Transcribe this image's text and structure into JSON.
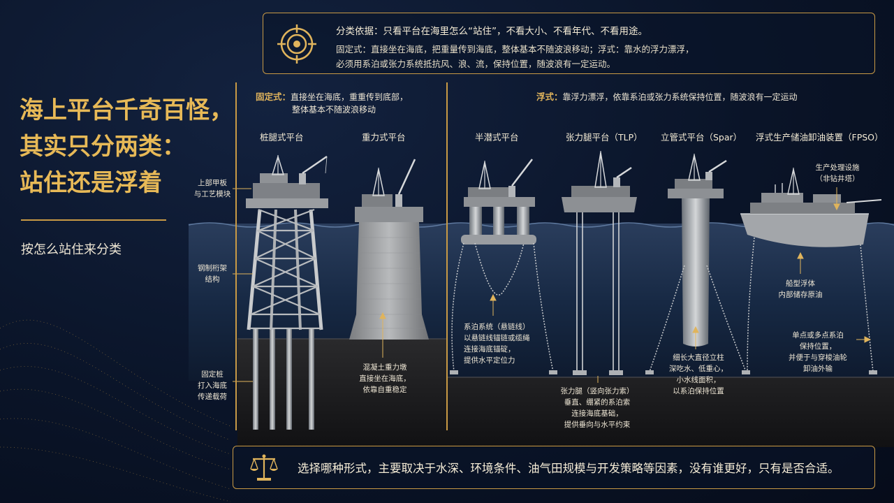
{
  "top_box": {
    "line1": "分类依据：只看平台在海里怎么“站住”，不看大小、不看年代、不看用途。",
    "line2": "固定式：直接坐在海底，把重量传到海底，整体基本不随波浪移动；浮式：靠水的浮力漂浮，",
    "line3": "必须用系泊或张力系统抵抗风、浪、流，保持位置，随波浪有一定运动。"
  },
  "title": {
    "line1": "海上平台千奇百怪，",
    "line2": "其实只分两类：",
    "line3": "站住还是浮着"
  },
  "subtitle": "按怎么站住来分类",
  "fixed_header": {
    "label": "固定式：",
    "line1": "直接坐在海底，重重传到底部，",
    "line2": "整体基本不随波浪移动"
  },
  "floating_header": {
    "label": "浮式：",
    "line1": "靠浮力漂浮，依靠系泊或张力系统保持位置，随波浪有一定运动"
  },
  "platforms": {
    "jacket": "桩腿式平台",
    "gravity": "重力式平台",
    "semi": "半潜式平台",
    "tlp": "张力腿平台（TLP）",
    "spar": "立管式平台（Spar）",
    "fpso": "浮式生产储油卸油装置（FPSO）"
  },
  "notes": {
    "deck": [
      "上部甲板",
      "与工艺模块"
    ],
    "truss": [
      "钢制桁架",
      "结构"
    ],
    "piles": [
      "固定桩",
      "打入海底",
      "传递载荷"
    ],
    "gravity": [
      "混凝土重力墩",
      "直接坐在海底，",
      "依靠自重稳定"
    ],
    "mooring": [
      "系泊系统（悬链线）",
      "以悬链线锚链或缆绳",
      "连接海底锚碇，",
      "提供水平定位力"
    ],
    "tendon": [
      "张力腿（竖向张力索）",
      "垂直、绷紧的系泊索",
      "连接海底基础，",
      "提供垂向与水平约束"
    ],
    "spar": [
      "细长大直径立柱",
      "深吃水、低重心，",
      "小水线面积，",
      "以系泊保持位置"
    ],
    "process": [
      "生产处理设施",
      "（非钻井塔）"
    ],
    "hull": [
      "船型浮体",
      "内部储存原油"
    ],
    "spm": [
      "单点或多点系泊",
      "保持位置，",
      "并便于与穿梭油轮",
      "卸油外输"
    ]
  },
  "bottom_text": "选择哪种形式，主要取决于水深、环境条件、油气田规模与开发策略等因素，没有谁更好，只有是否合适。",
  "icons": {
    "top": "target-icon",
    "bottom": "balance-scale-icon"
  },
  "colors": {
    "accent": "#e0b45c",
    "background": "#0a1428",
    "sea": "#1a2c4a",
    "seabed": "#1a1a1c"
  }
}
